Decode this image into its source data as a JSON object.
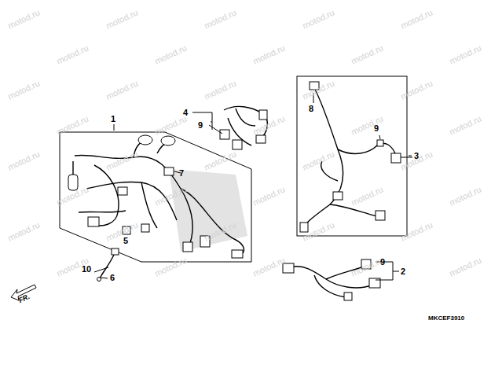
{
  "diagram": {
    "labels": [
      "1",
      "4",
      "9",
      "7",
      "5",
      "10",
      "6",
      "8",
      "9",
      "3",
      "9",
      "2",
      "FR.",
      "MKCEF3910",
      "motod.ru",
      "motod.ru",
      "motod.ru",
      "motod.ru",
      "motod.ru",
      "motod.ru",
      "motod.ru",
      "motod.ru",
      "motod.ru",
      "motod.ru",
      "motod.ru",
      "motod.ru",
      "motod.ru",
      "motod.ru",
      "motod.ru",
      "motod.ru",
      "motod.ru",
      "motod.ru",
      "motod.ru",
      "motod.ru",
      "motod.ru",
      "motod.ru",
      "motod.ru",
      "motod.ru",
      "motod.ru",
      "motod.ru",
      "motod.ru",
      "motod.ru",
      "motod.ru",
      "motod.ru",
      "motod.ru",
      "motod.ru",
      "motod.ru",
      "motod.ru",
      "motod.ru",
      "motod.ru",
      "motod.ru",
      "motod.ru",
      "motod.ru",
      "motod.ru"
    ]
  }
}
